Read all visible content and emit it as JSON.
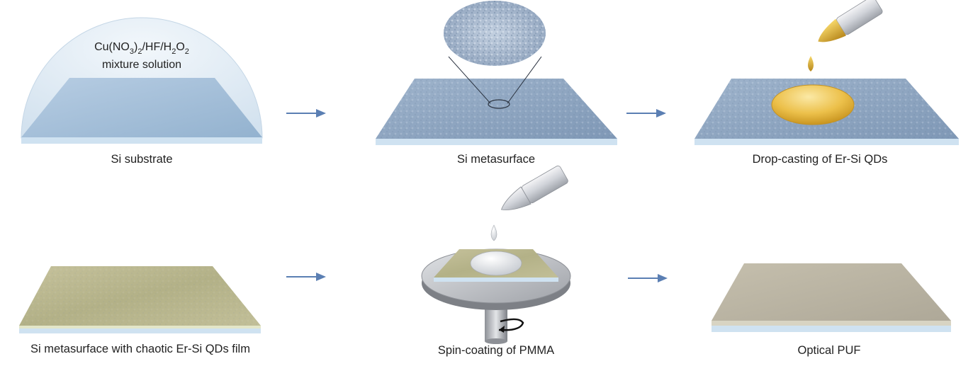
{
  "steps": {
    "step1": {
      "label": "Si substrate"
    },
    "step2": {
      "label": "Si metasurface"
    },
    "step3": {
      "label": "Drop-casting of Er-Si QDs"
    },
    "step4": {
      "label": "Si metasurface with chaotic Er-Si QDs film"
    },
    "step5": {
      "label": "Spin-coating of PMMA"
    },
    "step6": {
      "label": "Optical PUF"
    }
  },
  "solution": {
    "line1": {
      "t1": "Cu(NO",
      "s1": "3",
      "t2": ")",
      "s2": "2",
      "t3": "/HF/H",
      "s3": "2",
      "t4": "O",
      "s4": "2"
    },
    "line2": "mixture solution"
  },
  "colors": {
    "substrate_top": "#8ea6c1",
    "substrate_edge": "#cfe2f1",
    "dome": "#dbe8f3",
    "qd_drop": "#e9b93f",
    "qd_film": "#bdb88f",
    "pmma_film": "#bdb7a5",
    "arrow": "#5b7fb3",
    "spin_disc": "#b9bcc1"
  },
  "icons": [
    "pipette-icon",
    "droplet-icon",
    "rotation-arrow-icon",
    "zoom-inset-icon"
  ]
}
